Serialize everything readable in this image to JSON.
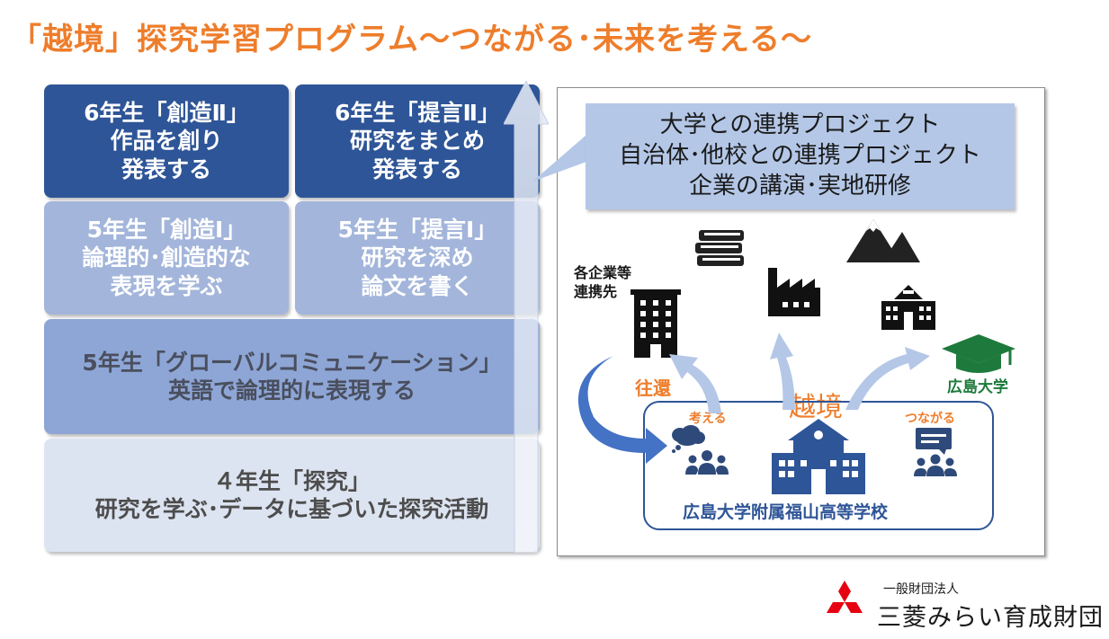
{
  "title": "「越境」探究学習プログラム～つながる･未来を考える～",
  "left": {
    "grade6_create": {
      "line1": "6年生「創造Ⅱ」",
      "line2": "作品を創り",
      "line3": "発表する"
    },
    "grade6_propose": {
      "line1": "6年生「提言Ⅱ」",
      "line2": "研究をまとめ",
      "line3": "発表する"
    },
    "grade5_create": {
      "line1": "5年生「創造Ⅰ」",
      "line2": "論理的･創造的な",
      "line3": "表現を学ぶ"
    },
    "grade5_propose": {
      "line1": "5年生「提言Ⅰ」",
      "line2": "研究を深め",
      "line3": "論文を書く"
    },
    "grade5_global": {
      "line1": "5年生「グローバルコミュニケーション」",
      "line2": "英語で論理的に表現する"
    },
    "grade4": {
      "line1": "４年生「探究」",
      "line2": "研究を学ぶ･データに基づいた探究活動"
    }
  },
  "right": {
    "callout": {
      "line1": "大学との連携プロジェクト",
      "line2": "自治体･他校との連携プロジェクト",
      "line3": "企業の講演･実地研修"
    },
    "companies_line1": "各企業等",
    "companies_line2": "連携先",
    "ofuku": "往還",
    "ekkyo": "越境",
    "hiroshima_univ": "広島大学",
    "kangaeru": "考える",
    "tsunagaru": "つながる",
    "school": "広島大学附属福山高等学校"
  },
  "logo": {
    "small": "一般財団法人",
    "name": "三菱みらい育成財団"
  },
  "colors": {
    "title": "#ee7d2b",
    "dark_blue": "#2e5597",
    "green": "#1e7a3c",
    "orange": "#ee7d2b"
  },
  "icons": [
    "books-icon",
    "mountain-icon",
    "factory-icon",
    "building-icon",
    "town-hall-icon",
    "graduation-cap-icon",
    "thought-cloud-icon",
    "people-group-icon",
    "chat-screen-icon",
    "school-icon",
    "mitsubishi-logo-icon"
  ]
}
